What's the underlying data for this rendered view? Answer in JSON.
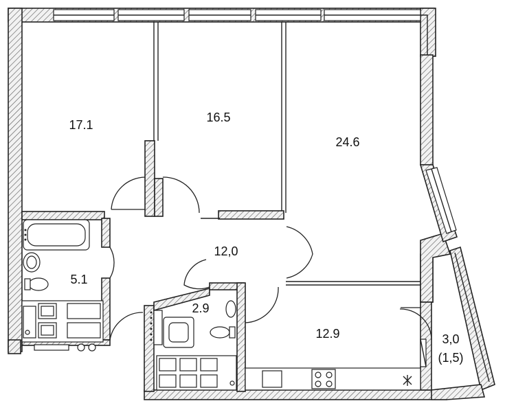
{
  "rooms": {
    "bedroom_left": "17.1",
    "bedroom_mid": "16.5",
    "living_room": "24.6",
    "hall": "12,0",
    "bathroom": "5.1",
    "toilet": "2.9",
    "kitchen": "12.9",
    "balcony_area": "3,0",
    "balcony_reduced": "(1,5)"
  }
}
